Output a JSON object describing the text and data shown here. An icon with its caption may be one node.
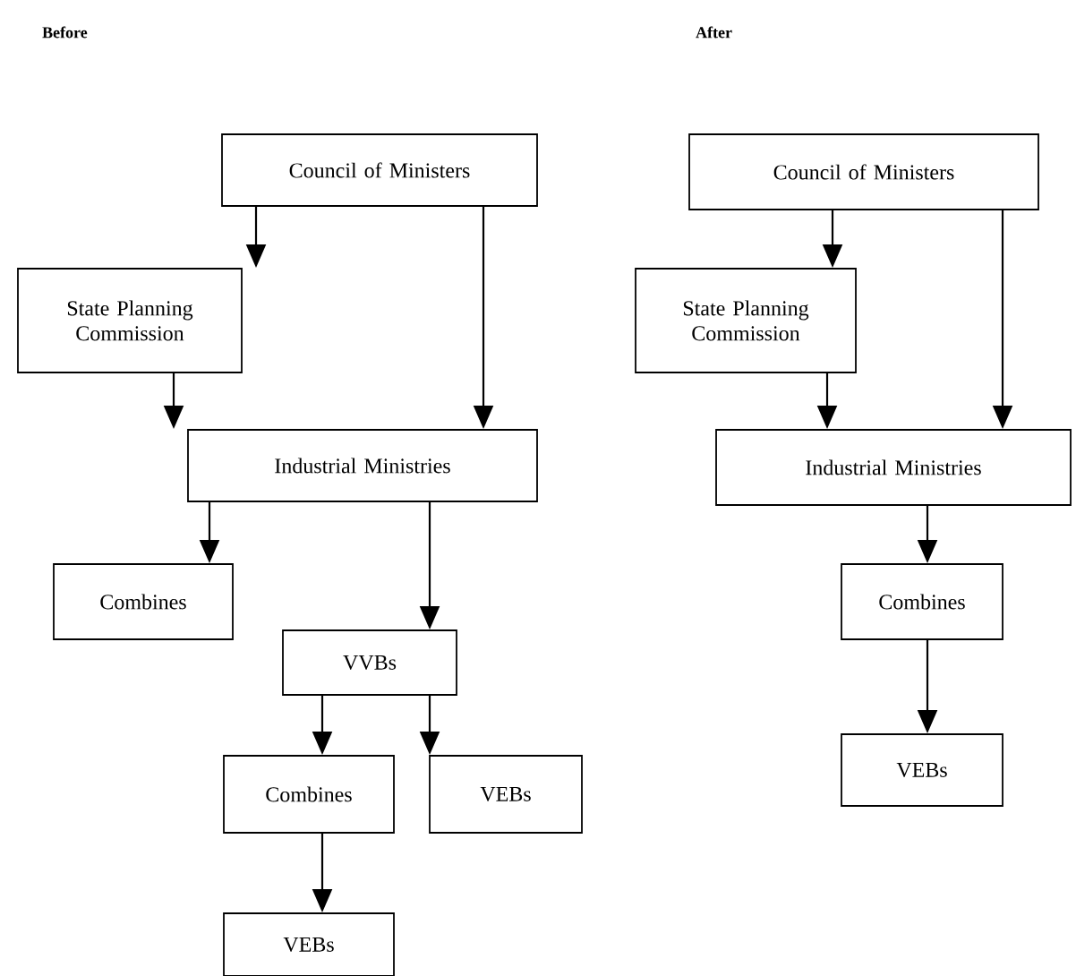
{
  "diagram": {
    "nodes": [
      {
        "text": [
          "Council of Ministers"
        ]
      },
      {
        "text": [
          "State Planning Commission"
        ]
      },
      {
        "text": [
          "Industrial Ministries"
        ]
      },
      {
        "text": [
          "Combines"
        ]
      },
      {
        "text": [
          "VVBs"
        ]
      },
      {
        "text": [
          "Combines"
        ]
      },
      {
        "text": [
          "VEBs"
        ]
      },
      {
        "text": [
          "VEBs"
        ]
      },
      {
        "text": [
          "Council of Ministers"
        ]
      },
      {
        "text": [
          "State Planning Commission"
        ]
      },
      {
        "text": [
          "Industrial Ministries"
        ]
      },
      {
        "text": [
          "Combines"
        ]
      },
      {
        "text": [
          "VEBs"
        ]
      }
    ],
    "edges": [
      {
        "from": 0,
        "to": 1,
        "arrow": "to"
      },
      {
        "from": 0,
        "to": 2,
        "arrow": "to"
      },
      {
        "from": 1,
        "to": 2,
        "arrow": "to"
      },
      {
        "from": 2,
        "to": 3,
        "arrow": "to"
      },
      {
        "from": 2,
        "to": 4,
        "arrow": "to"
      },
      {
        "from": 4,
        "to": 5,
        "arrow": "to"
      },
      {
        "from": 4,
        "to": 6,
        "arrow": "to"
      },
      {
        "from": 5,
        "to": 7,
        "arrow": "to"
      },
      {
        "from": 8,
        "to": 9,
        "arrow": "to"
      },
      {
        "from": 8,
        "to": 10,
        "arrow": "to"
      },
      {
        "from": 9,
        "to": 10,
        "arrow": "to"
      },
      {
        "from": 10,
        "to": 11,
        "arrow": "to"
      },
      {
        "from": 11,
        "to": 12,
        "arrow": "to"
      }
    ],
    "labels": [
      "Before",
      "After"
    ]
  }
}
